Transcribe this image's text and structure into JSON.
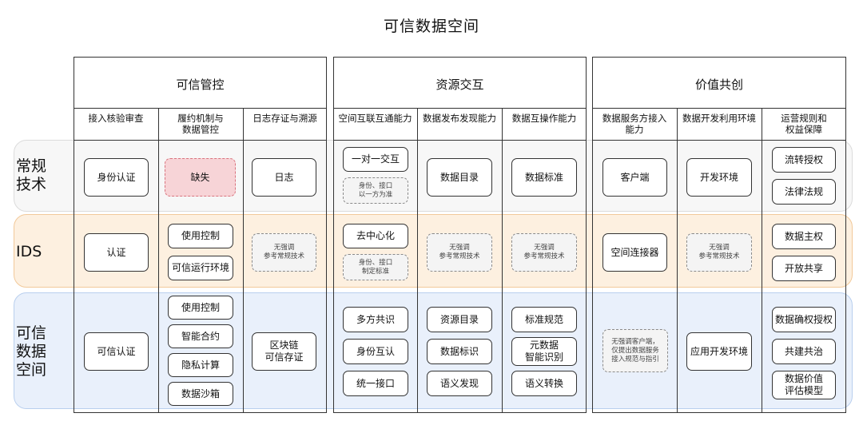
{
  "title": "可信数据空间",
  "rows": [
    "常规\n技术",
    "IDS",
    "可信\n数据\n空间"
  ],
  "groups": [
    "可信管控",
    "资源交互",
    "价值共创"
  ],
  "columns": [
    "接入核验审查",
    "履约机制与\n数据管控",
    "日志存证与溯源",
    "空间互联互通能力",
    "数据发布发现能力",
    "数据互操作能力",
    "数据服务方接入\n能力",
    "数据开发利用环境",
    "运营规则和\n权益保障"
  ],
  "cells": {
    "r1": {
      "c1": "身份认证",
      "c2": "缺失",
      "c3": "日志",
      "c4": "一对一交互",
      "c4_note": "身份、接口\n以一方为准",
      "c5": "数据目录",
      "c6": "数据标准",
      "c7": "客户端",
      "c8": "开发环境",
      "c9a": "流转授权",
      "c9b": "法律法规"
    },
    "r2": {
      "c1": "认证",
      "c2a": "使用控制",
      "c2b": "可信运行环境",
      "c3_note": "无强调\n参考常规技术",
      "c4": "去中心化",
      "c4_note": "身份、接口\n制定标准",
      "c5_note": "无强调\n参考常规技术",
      "c6_note": "无强调\n参考常规技术",
      "c7": "空间连接器",
      "c8_note": "无强调\n参考常规技术",
      "c9a": "数据主权",
      "c9b": "开放共享"
    },
    "r3": {
      "c1": "可信认证",
      "c2a": "使用控制",
      "c2b": "智能合约",
      "c2c": "隐私计算",
      "c2d": "数据沙箱",
      "c3": "区块链\n可信存证",
      "c4a": "多方共识",
      "c4b": "身份互认",
      "c4c": "统一接口",
      "c5a": "资源目录",
      "c5b": "数据标识",
      "c5c": "语义发现",
      "c6a": "标准规范",
      "c6b": "元数据\n智能识别",
      "c6c": "语义转换",
      "c7_note": "无强调客户端，\n仅提出数据服务\n接入规范与指引",
      "c8": "应用开发环境",
      "c9a": "数据确权授权",
      "c9b": "共建共治",
      "c9c": "数据价值\n评估模型"
    }
  }
}
